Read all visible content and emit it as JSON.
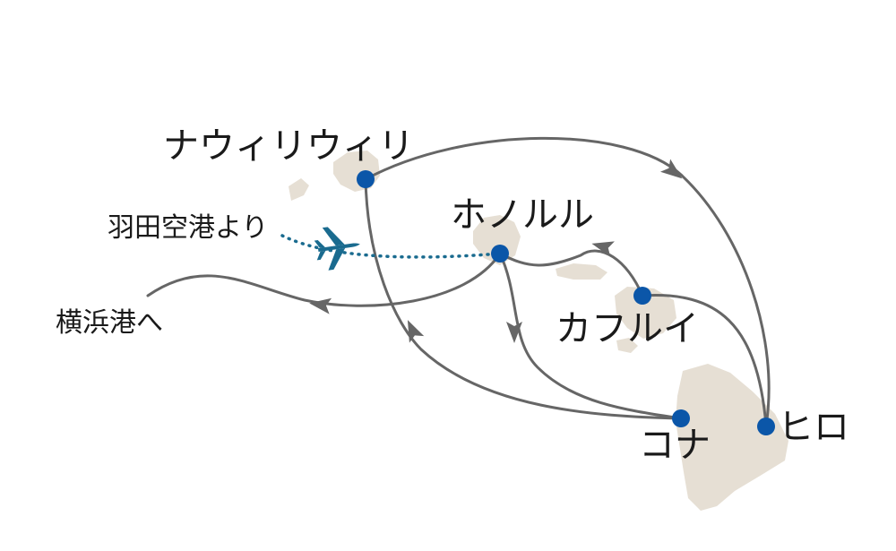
{
  "colors": {
    "island": "#e6dfd4",
    "route": "#666666",
    "port": "#0b56a8",
    "flight": "#1a6b8f"
  },
  "icons": {
    "flight": "airplane-icon",
    "arrow": "route-arrow-icon",
    "port": "port-dot-icon"
  },
  "labels": {
    "nawiliwili": "ナウィリウィリ",
    "honolulu": "ホノルル",
    "kahului": "カフルイ",
    "kona": "コナ",
    "hilo": "ヒロ",
    "haneda": "羽田空港より",
    "yokohama": "横浜港へ"
  }
}
